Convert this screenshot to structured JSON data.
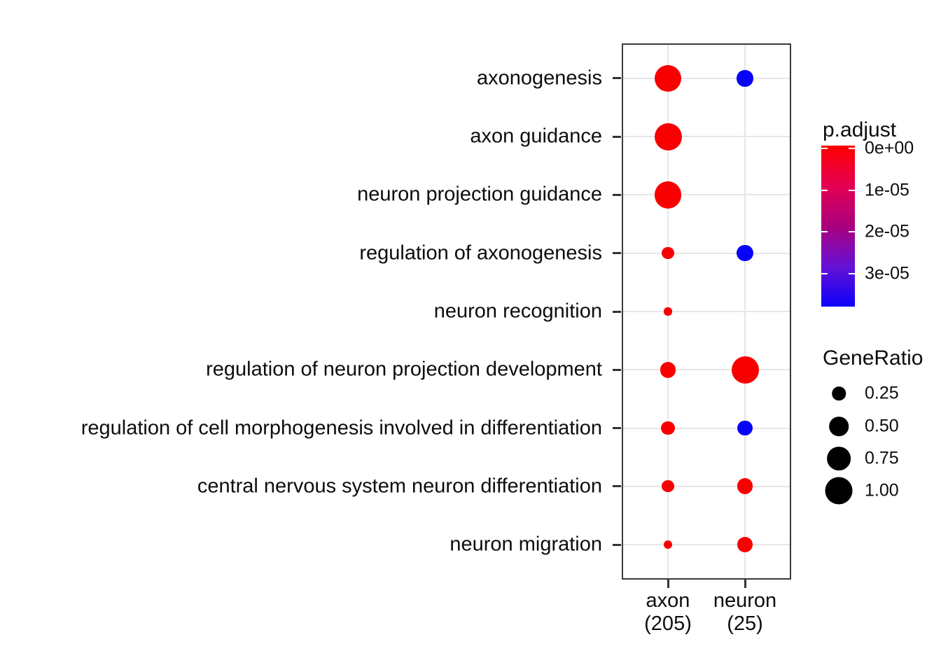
{
  "chart_data": {
    "type": "scatter",
    "subtype": "enrichment-dotplot",
    "title": "",
    "x_categories": [
      {
        "name": "axon",
        "count": "(205)"
      },
      {
        "name": "neuron",
        "count": "(25)"
      }
    ],
    "y_categories": [
      "axonogenesis",
      "axon guidance",
      "neuron projection guidance",
      "regulation of axonogenesis",
      "neuron recognition",
      "regulation of neuron projection development",
      "regulation of cell morphogenesis involved in differentiation",
      "central nervous system neuron differentiation",
      "neuron migration"
    ],
    "points": [
      {
        "y": "axonogenesis",
        "x": "axon",
        "gene_ratio": 0.95,
        "p_adjust": 1e-09,
        "color": "#f90000"
      },
      {
        "y": "axonogenesis",
        "x": "neuron",
        "gene_ratio": 0.36,
        "p_adjust": 3.4e-05,
        "color": "#0703f6"
      },
      {
        "y": "axon guidance",
        "x": "axon",
        "gene_ratio": 1.0,
        "p_adjust": 1e-09,
        "color": "#f90000"
      },
      {
        "y": "neuron projection guidance",
        "x": "axon",
        "gene_ratio": 0.97,
        "p_adjust": 1e-09,
        "color": "#f90000"
      },
      {
        "y": "regulation of axonogenesis",
        "x": "axon",
        "gene_ratio": 0.2,
        "p_adjust": 1e-09,
        "color": "#f90000"
      },
      {
        "y": "regulation of axonogenesis",
        "x": "neuron",
        "gene_ratio": 0.36,
        "p_adjust": 3.4e-05,
        "color": "#0703f6"
      },
      {
        "y": "neuron recognition",
        "x": "axon",
        "gene_ratio": 0.08,
        "p_adjust": 1e-09,
        "color": "#f90000"
      },
      {
        "y": "regulation of neuron projection development",
        "x": "axon",
        "gene_ratio": 0.34,
        "p_adjust": 1e-09,
        "color": "#f90000"
      },
      {
        "y": "regulation of neuron projection development",
        "x": "neuron",
        "gene_ratio": 1.0,
        "p_adjust": 1e-09,
        "color": "#f90000"
      },
      {
        "y": "regulation of cell morphogenesis involved in differentiation",
        "x": "axon",
        "gene_ratio": 0.25,
        "p_adjust": 1e-09,
        "color": "#f90000"
      },
      {
        "y": "regulation of cell morphogenesis involved in differentiation",
        "x": "neuron",
        "gene_ratio": 0.31,
        "p_adjust": 3.3e-05,
        "color": "#0703f6"
      },
      {
        "y": "central nervous system neuron differentiation",
        "x": "axon",
        "gene_ratio": 0.2,
        "p_adjust": 1e-09,
        "color": "#f90000"
      },
      {
        "y": "central nervous system neuron differentiation",
        "x": "neuron",
        "gene_ratio": 0.34,
        "p_adjust": 5e-07,
        "color": "#f90000"
      },
      {
        "y": "neuron migration",
        "x": "axon",
        "gene_ratio": 0.1,
        "p_adjust": 1e-09,
        "color": "#f90000"
      },
      {
        "y": "neuron migration",
        "x": "neuron",
        "gene_ratio": 0.31,
        "p_adjust": 5e-07,
        "color": "#f90000"
      }
    ],
    "legend_p_adjust": {
      "title": "p.adjust",
      "tick_labels": [
        "0e+00",
        "1e-05",
        "2e-05",
        "3e-05"
      ],
      "gradient_stops": [
        "#ff0000",
        "#e30052",
        "#aa007e",
        "#6612d4",
        "#0c00fa"
      ],
      "value_range": [
        0,
        3.8e-05
      ]
    },
    "legend_gene_ratio": {
      "title": "GeneRatio",
      "entries": [
        {
          "label": "0.25",
          "value": 0.25
        },
        {
          "label": "0.50",
          "value": 0.5
        },
        {
          "label": "0.75",
          "value": 0.75
        },
        {
          "label": "1.00",
          "value": 1.0
        }
      ],
      "dot_color": "#000000"
    },
    "layout_hints": {
      "grid": true,
      "panel_border": true,
      "legend_position": "right",
      "background": "#ffffff",
      "gridline_color": "#e6e6e6"
    }
  }
}
